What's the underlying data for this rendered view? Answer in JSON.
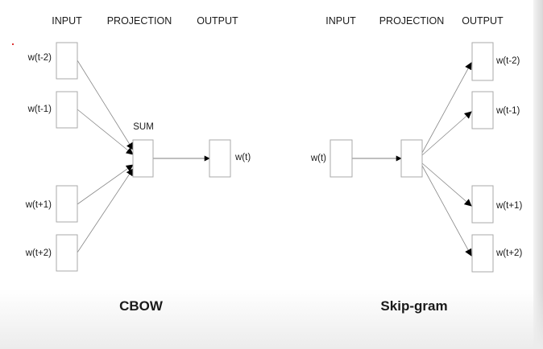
{
  "cbow": {
    "title": "CBOW",
    "headers": {
      "input": "INPUT",
      "projection": "PROJECTION",
      "output": "OUTPUT"
    },
    "inputs": [
      "w(t-2)",
      "w(t-1)",
      "w(t+1)",
      "w(t+2)"
    ],
    "projection_label": "SUM",
    "output": "w(t)"
  },
  "skipgram": {
    "title": "Skip-gram",
    "headers": {
      "input": "INPUT",
      "projection": "PROJECTION",
      "output": "OUTPUT"
    },
    "input": "w(t)",
    "outputs": [
      "w(t-2)",
      "w(t-1)",
      "w(t+1)",
      "w(t+2)"
    ]
  }
}
